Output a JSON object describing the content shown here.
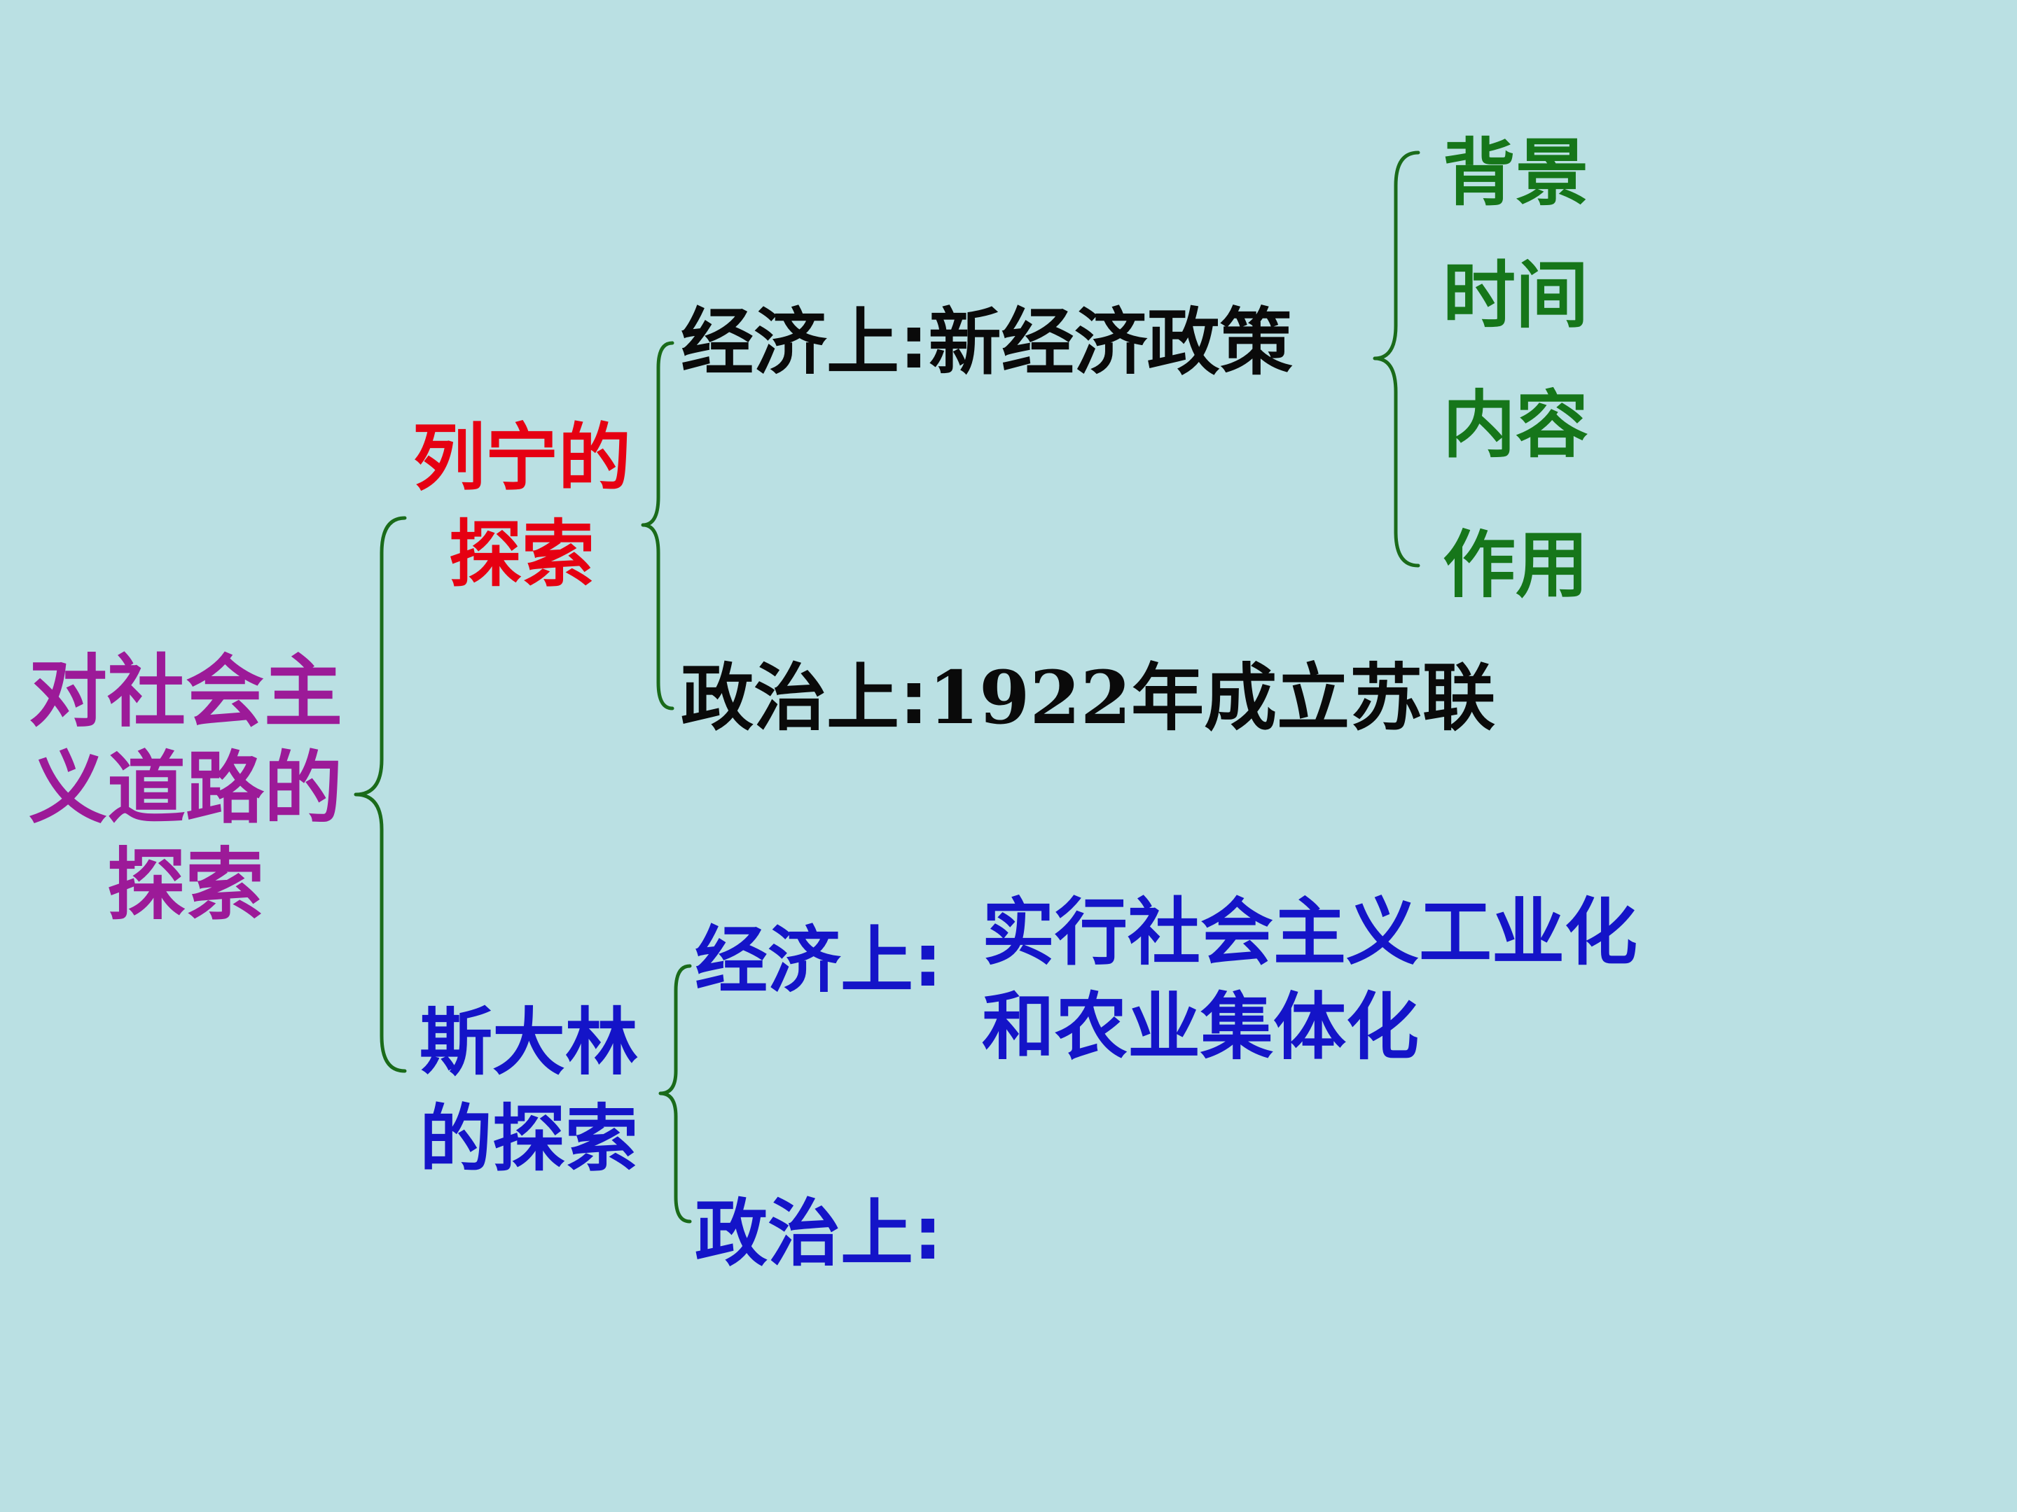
{
  "colors": {
    "background": "#bae0e3",
    "root": "#9c1a98",
    "lenin": "#e60012",
    "stalin": "#1414c8",
    "detail": "#0a0a0a",
    "aspect": "#16761a",
    "brace": "#1a6b1a"
  },
  "root": {
    "label": "对社会主义道路的探索"
  },
  "lenin": {
    "label": "列宁的探索",
    "economic": {
      "label": "经济上",
      "colon": ":",
      "value": "新经济政策"
    },
    "political": {
      "label": "政治上",
      "colon": ":",
      "year": "1922",
      "value": "年成立苏联"
    },
    "aspects": [
      "背景",
      "时间",
      "内容",
      "作用"
    ]
  },
  "stalin": {
    "label": "斯大林的探索",
    "economic": {
      "label": "经济上",
      "colon": ":",
      "value_line1": "实行社会主义工业化",
      "value_line2": "和农业集体化"
    },
    "political": {
      "label": "政治上",
      "colon": ":"
    }
  }
}
